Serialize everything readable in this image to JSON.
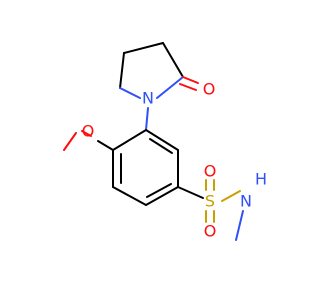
{
  "molecule": {
    "atoms": {
      "carbonyl_oxygen": {
        "symbol": "O",
        "color": "#ff0d0d"
      },
      "ring_nitrogen": {
        "symbol": "N",
        "color": "#3050f8"
      },
      "methoxy_oxygen": {
        "symbol": "O",
        "color": "#ff0d0d"
      },
      "sulfur": {
        "symbol": "S",
        "color": "#c8a000"
      },
      "sulfonyl_oxygen_top": {
        "symbol": "O",
        "color": "#ff0d0d"
      },
      "sulfonyl_oxygen_bottom": {
        "symbol": "O",
        "color": "#ff0d0d"
      },
      "amide_nitrogen": {
        "symbol": "N",
        "color": "#3050f8"
      },
      "amide_hydrogen": {
        "symbol": "H",
        "color": "#3050f8"
      }
    }
  }
}
